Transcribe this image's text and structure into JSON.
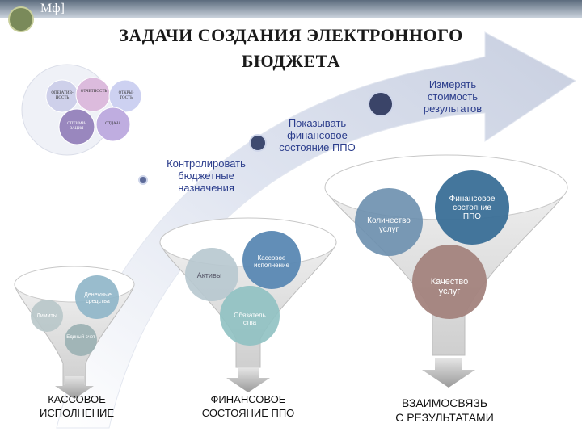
{
  "header": {
    "logo_text": "Мф]"
  },
  "title": {
    "line1": "ЗАДАЧИ СОЗДАНИЯ ЭЛЕКТРОННОГО",
    "line2": "БЮДЖЕТА"
  },
  "venn": {
    "c1": "ОПЕРАТИВ-НОСТЬ",
    "c2": "ОТЧЕТНОСТЬ",
    "c3": "ОТКРЫ-ТОСТЬ",
    "c4": "ОПТИМИ-ЗАЦИЯ",
    "c5": "ОТДАЧА"
  },
  "steps": {
    "s1": "Контролировать бюджетные назначения",
    "s2": "Показывать финансовое состояние ППО",
    "s3": "Измерять стоимость результатов"
  },
  "funnel1": {
    "items": [
      "Денежные средства",
      "Лимиты",
      "Единый счет"
    ],
    "label": "КАССОВОЕ ИСПОЛНЕНИЕ"
  },
  "funnel2": {
    "items": [
      "Кассовое исполнение",
      "Активы",
      "Обязатель ства"
    ],
    "label": "ФИНАНСОВОЕ СОСТОЯНИЕ ППО"
  },
  "funnel3": {
    "items": [
      "Количество услуг",
      "Финансовое состояние ППО",
      "Качество услуг"
    ],
    "label1": "ВЗАИМОСВЯЗЬ",
    "label2": "С РЕЗУЛЬТАТАМИ"
  },
  "colors": {
    "arrow": "#c9d2e6",
    "accent": "#2b3d8c",
    "circle_dark": "#4a5578"
  }
}
